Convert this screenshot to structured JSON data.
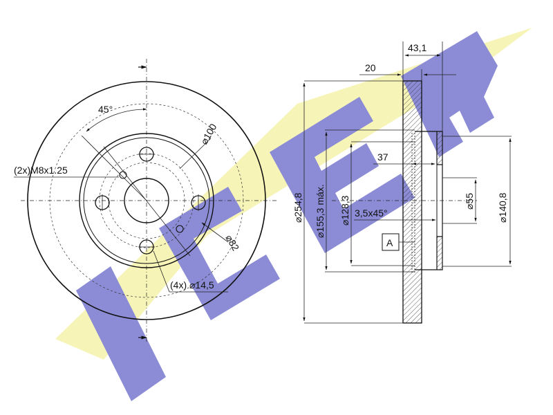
{
  "watermark": {
    "text": "ICER",
    "colors": {
      "blue": "#8c8cd6",
      "yellow": "#f6f3b0"
    }
  },
  "front_view": {
    "bolt_circle_dia": "⌀100",
    "center_bore_dia": "⌀82",
    "thread_label": "(2x)M8x1.25",
    "hole_label": "(4x) ⌀14,5",
    "angle_label": "45°"
  },
  "side_view": {
    "thickness_total": "43,1",
    "disc_thickness": "20",
    "hat_depth": "37",
    "outer_dia": "⌀254,8",
    "max_dia": "⌀155,3 máx.",
    "dia_128": "⌀128,3",
    "chamfer": "3,5x45°",
    "bore_dia": "⌀55",
    "hat_dia": "⌀140,8",
    "section_ref": "A"
  }
}
